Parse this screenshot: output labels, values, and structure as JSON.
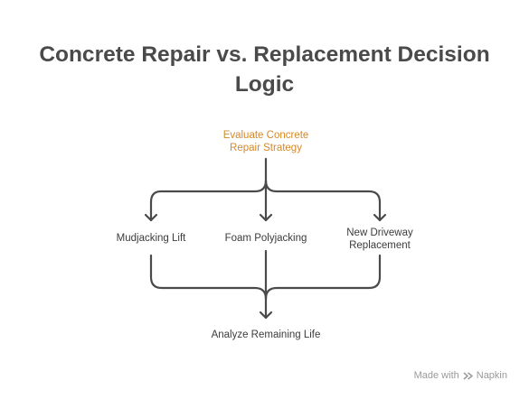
{
  "title": {
    "line1": "Concrete Repair vs. Replacement Decision",
    "line2": "Logic"
  },
  "nodes": {
    "root": {
      "line1": "Evaluate Concrete",
      "line2": "Repair Strategy"
    },
    "option1": {
      "label": "Mudjacking Lift"
    },
    "option2": {
      "label": "Foam Polyjacking"
    },
    "option3": {
      "line1": "New Driveway",
      "line2": "Replacement"
    },
    "result": {
      "label": "Analyze Remaining Life"
    }
  },
  "watermark": {
    "prefix": "Made with",
    "brand": "Napkin"
  },
  "colors": {
    "title": "#4a4a4a",
    "root_text": "#d4882b",
    "node_text": "#3c3c3c",
    "connector": "#4a4a4a",
    "watermark": "#9a9a9a"
  }
}
